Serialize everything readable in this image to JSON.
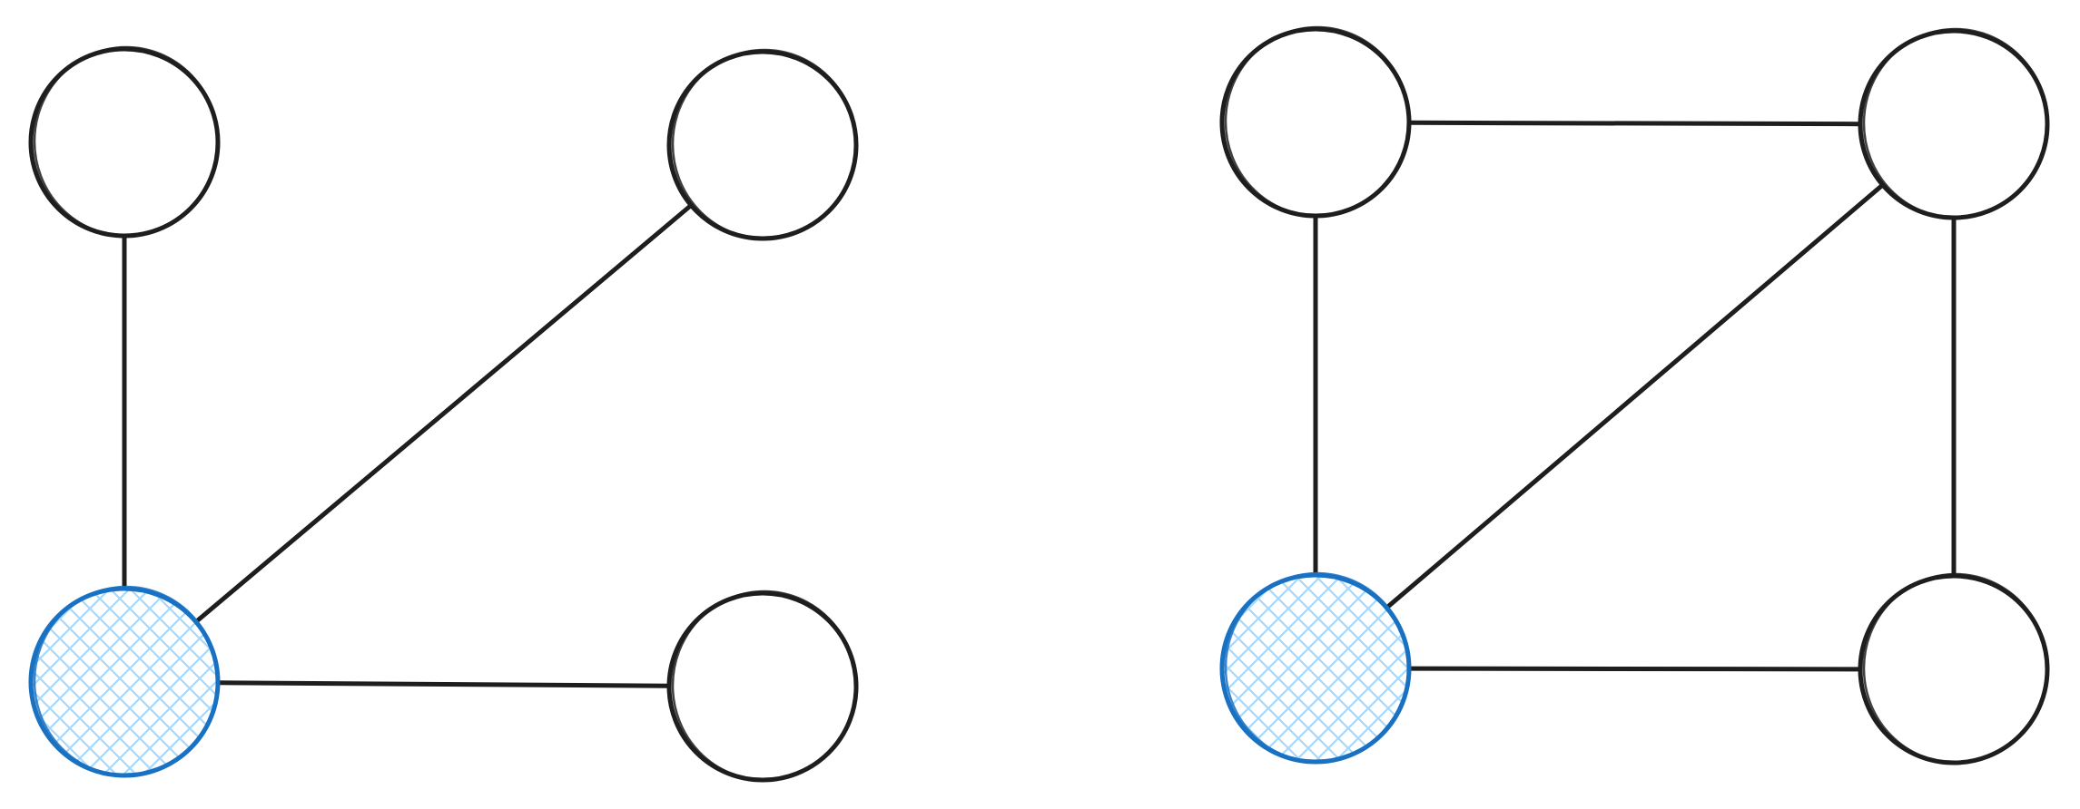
{
  "colors": {
    "background": "#ffffff",
    "stroke": "#1e1e1e",
    "highlight_stroke": "#1971c2",
    "highlight_hatch": "#a5d8ff"
  },
  "graphs": [
    {
      "id": "left-graph",
      "nodes": [
        {
          "id": "top-left",
          "highlighted": false
        },
        {
          "id": "top-right",
          "highlighted": false
        },
        {
          "id": "bottom-left",
          "highlighted": true
        },
        {
          "id": "bottom-right",
          "highlighted": false
        }
      ],
      "edges": [
        {
          "from": "top-left",
          "to": "bottom-left"
        },
        {
          "from": "top-right",
          "to": "bottom-left"
        },
        {
          "from": "bottom-left",
          "to": "bottom-right"
        }
      ]
    },
    {
      "id": "right-graph",
      "nodes": [
        {
          "id": "top-left",
          "highlighted": false
        },
        {
          "id": "top-right",
          "highlighted": false
        },
        {
          "id": "bottom-left",
          "highlighted": true
        },
        {
          "id": "bottom-right",
          "highlighted": false
        }
      ],
      "edges": [
        {
          "from": "top-left",
          "to": "top-right"
        },
        {
          "from": "top-left",
          "to": "bottom-left"
        },
        {
          "from": "top-right",
          "to": "bottom-left"
        },
        {
          "from": "top-right",
          "to": "bottom-right"
        },
        {
          "from": "bottom-left",
          "to": "bottom-right"
        }
      ]
    }
  ]
}
